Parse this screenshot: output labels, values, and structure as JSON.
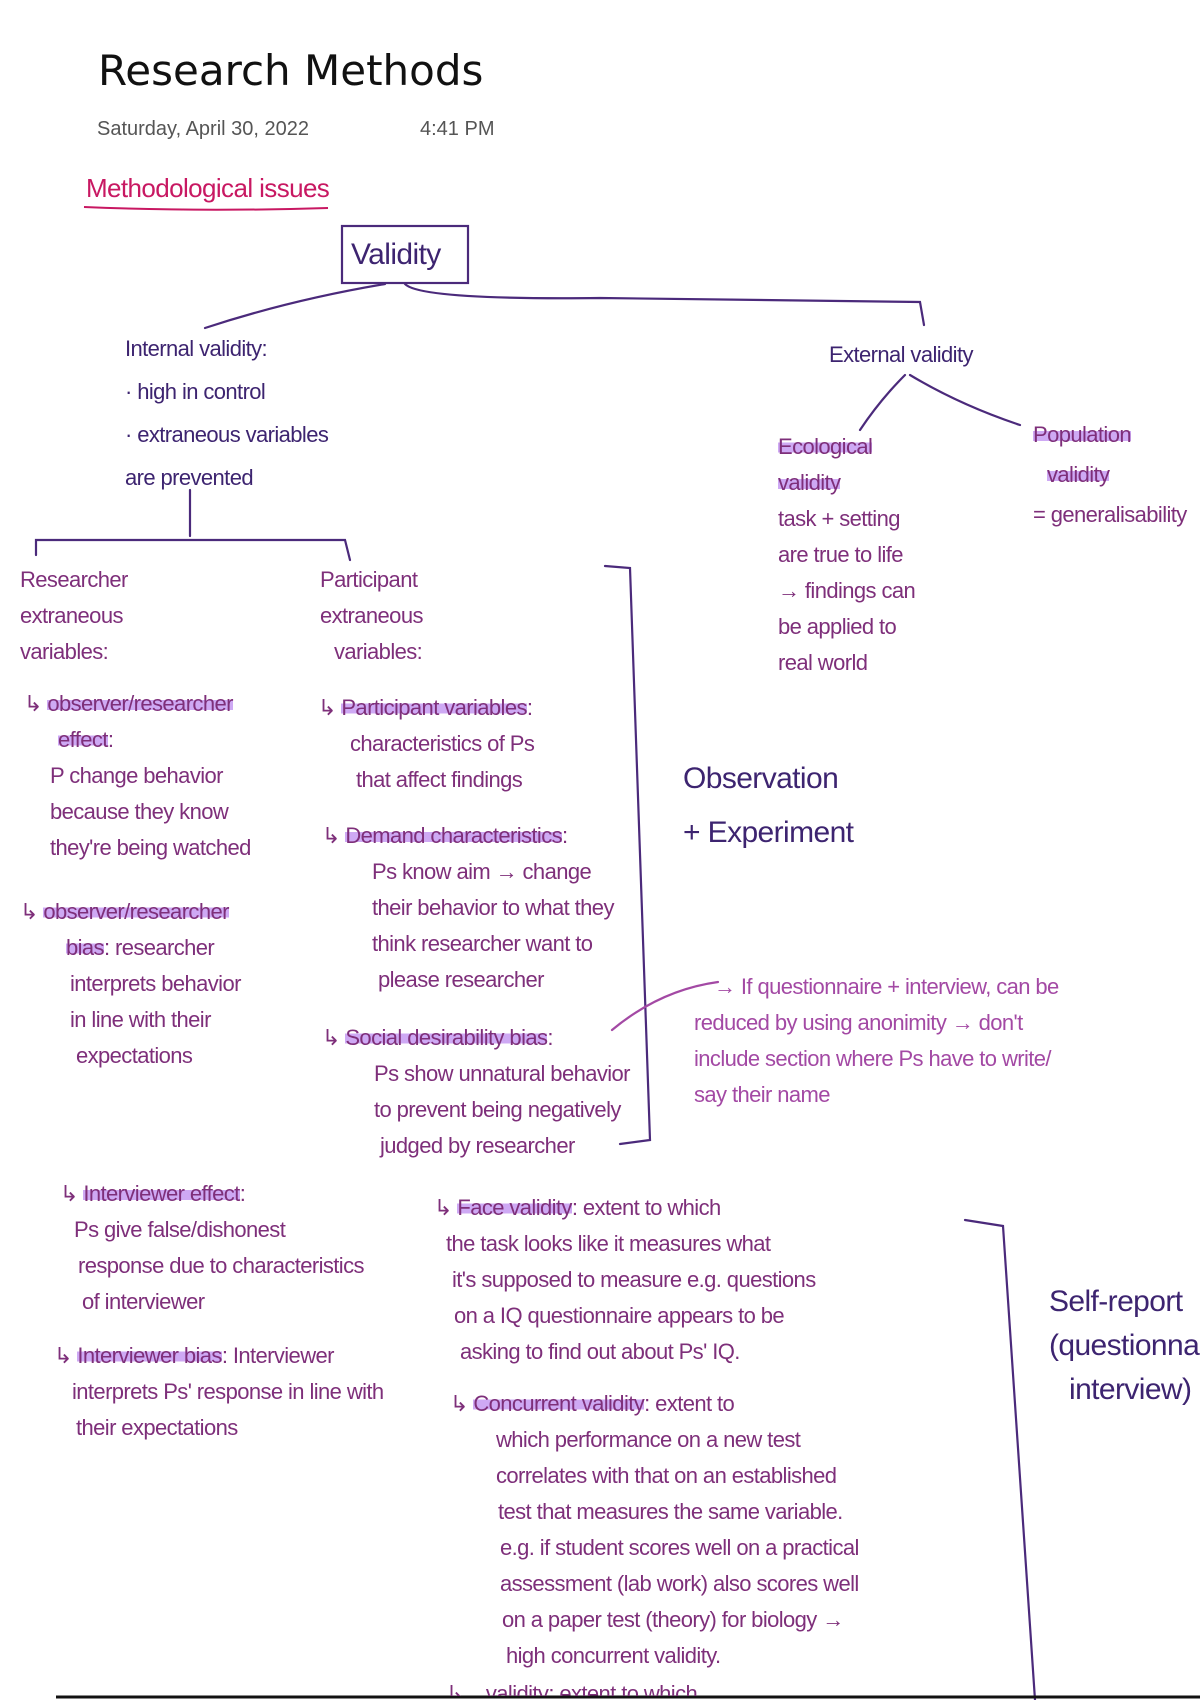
{
  "page": {
    "title": "Research Methods",
    "date": "Saturday, April 30, 2022",
    "time": "4:41 PM"
  },
  "section_heading": "Methodological issues",
  "validity": "Validity",
  "internal": {
    "lines": [
      "Internal validity:",
      "· high in control",
      "· extraneous variables",
      "are prevented"
    ]
  },
  "external": {
    "title": "External validity"
  },
  "ecological": {
    "term": "Ecological",
    "term2": "validity",
    "lines": [
      "task + setting",
      "are true to life",
      "→ findings can",
      "be applied to",
      "real world"
    ]
  },
  "population": {
    "term": "Population",
    "term2": "validity",
    "lines": [
      "= generalisability"
    ]
  },
  "researcher": {
    "lines": [
      "Researcher",
      "extraneous",
      "variables:"
    ]
  },
  "observer_effect": {
    "term": "observer/researcher",
    "term2": "effect",
    "rest": ":",
    "lines": [
      "P change behavior",
      "because they know",
      "they're being watched"
    ]
  },
  "observer_bias": {
    "term": "observer/researcher",
    "term2": "bias",
    "rest": ": researcher",
    "lines": [
      "interprets behavior",
      "in line with their",
      "expectations"
    ]
  },
  "participant": {
    "lines": [
      "Participant",
      "extraneous",
      "variables:"
    ]
  },
  "participant_variables": {
    "term": "Participant variables",
    "rest": ":",
    "lines": [
      "characteristics of Ps",
      "that affect findings"
    ]
  },
  "demand": {
    "term": "Demand characteristics",
    "rest": ":",
    "lines": [
      "Ps know aim → change",
      "their behavior to what they",
      "think researcher want to",
      "please researcher"
    ]
  },
  "social": {
    "term": "Social desirability bias",
    "rest": ":",
    "lines": [
      "Ps show unnatural behavior",
      "to prevent being negatively",
      "judged by researcher"
    ]
  },
  "observation": {
    "lines": [
      "Observation",
      "+ Experiment"
    ]
  },
  "anon_note": {
    "lines": [
      "→ If questionnaire + interview, can be",
      "reduced by using anonimity → don't",
      "include section where Ps have to write/",
      "say their name"
    ]
  },
  "interviewer_effect": {
    "term": "Interviewer effect",
    "rest": ":",
    "lines": [
      "Ps give false/dishonest",
      "response due to characteristics",
      "of interviewer"
    ]
  },
  "interviewer_bias": {
    "term": "Interviewer bias",
    "rest": ": Interviewer",
    "lines": [
      "interprets Ps' response in line with",
      "their expectations"
    ]
  },
  "face": {
    "term": "Face validity",
    "rest": ": extent to which",
    "lines": [
      "the task looks like it measures what",
      "it's supposed to measure e.g. questions",
      "on a IQ questionnaire appears to be",
      "asking to find out about Ps' IQ."
    ]
  },
  "concurrent": {
    "term": "Concurrent validity",
    "rest": ": extent to",
    "lines": [
      "which performance on a new test",
      "correlates with that on an established",
      "test that measures the same variable.",
      "e.g. if student scores well on a practical",
      "assessment (lab work) also scores well",
      "on a paper test (theory) for biology →",
      "high concurrent validity."
    ]
  },
  "cutoff_line": "↳ ...validity: extent to which",
  "self_report": {
    "lines": [
      "Self-report",
      "(questionnaire",
      "interview)"
    ]
  }
}
